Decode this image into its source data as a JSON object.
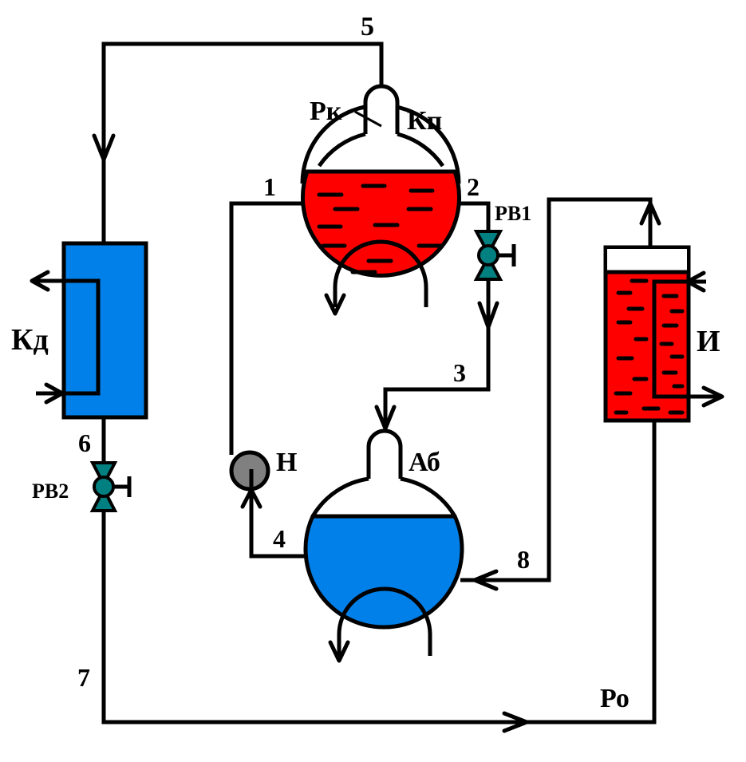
{
  "diagram": {
    "type": "absorption refrigeration cycle schematic",
    "components": {
      "generator": {
        "label": "Кп",
        "liquid_color": "#ff0000"
      },
      "pressure_label": "Рк",
      "absorber": {
        "label": "Аб",
        "liquid_color": "#0080e8"
      },
      "condenser": {
        "label": "Кд",
        "color": "#0080e8"
      },
      "evaporator": {
        "label": "И",
        "liquid_color": "#ff0000"
      },
      "pump": {
        "label": "Н",
        "color": "#808080"
      },
      "valve1": {
        "label": "РВ1",
        "color": "#008080"
      },
      "valve2": {
        "label": "РВ2",
        "color": "#008080"
      },
      "low_pressure_label": "Ро"
    },
    "points": [
      "1",
      "2",
      "3",
      "4",
      "5",
      "6",
      "7",
      "8"
    ]
  }
}
